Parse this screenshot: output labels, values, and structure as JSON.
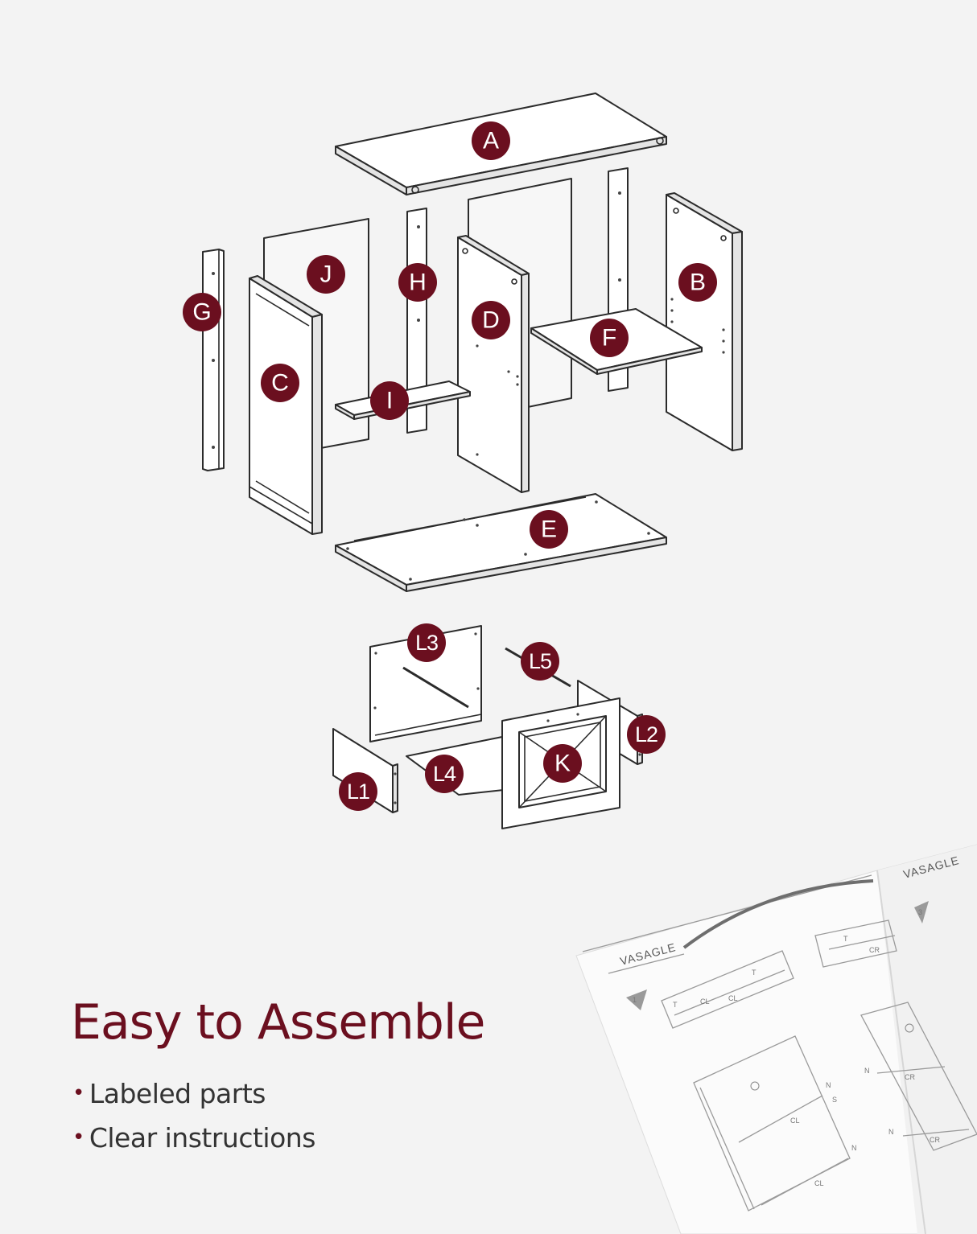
{
  "headline": "Easy to Assemble",
  "bullets": [
    "Labeled parts",
    "Clear instructions"
  ],
  "part_labels": {
    "A": "A",
    "B": "B",
    "C": "C",
    "D": "D",
    "E": "E",
    "F": "F",
    "G": "G",
    "H": "H",
    "I": "I",
    "J": "J",
    "K": "K",
    "L1": "L1",
    "L2": "L2",
    "L3": "L3",
    "L4": "L4",
    "L5": "L5"
  },
  "manual": {
    "brand_left": "VASAGLE",
    "brand_right": "VASAGLE",
    "step_left": "1",
    "step_right": "3",
    "labels": [
      "CL",
      "CL",
      "CR",
      "CR",
      "CR",
      "CL",
      "CL",
      "N",
      "N",
      "S",
      "N",
      "N",
      "T",
      "T",
      "T"
    ]
  },
  "colors": {
    "accent": "#6b0f1f",
    "background": "#f3f3f3",
    "text": "#333333"
  }
}
